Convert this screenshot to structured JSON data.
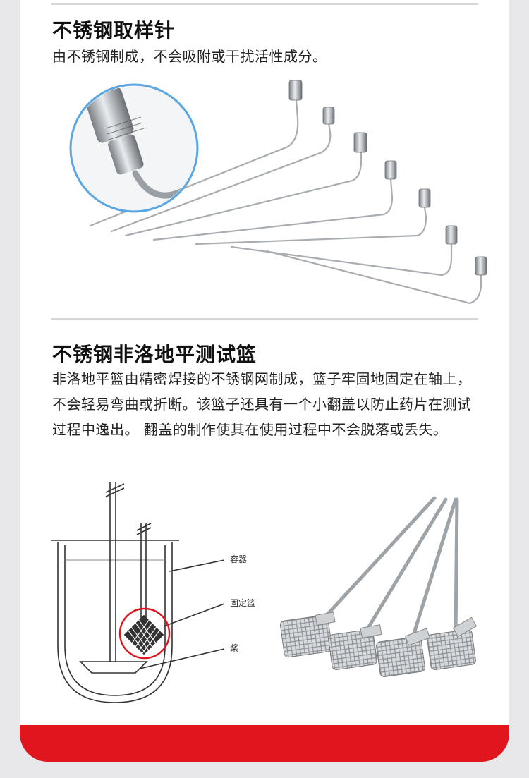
{
  "section1": {
    "title": "不锈钢取样针",
    "description": "由不锈钢制成，不会吸附或干扰活性成分。",
    "image_subject": "stainless-steel-sampling-needles"
  },
  "section2": {
    "title": "不锈钢非洛地平测试篮",
    "description": "非洛地平篮由精密焊接的不锈钢网制成，篮子牢固地固定在轴上，不会轻易弯曲或折断。该篮子还具有一个小翻盖以防止药片在测试过程中逸出。 翻盖的制作使其在使用过程中不会脱落或丢失。",
    "diagram": {
      "labels": {
        "container": "容器",
        "basket": "固定篮",
        "paddle": "桨"
      }
    }
  },
  "colors": {
    "accent_red": "#e0151e",
    "magnifier_blue": "#5aa6e0"
  }
}
